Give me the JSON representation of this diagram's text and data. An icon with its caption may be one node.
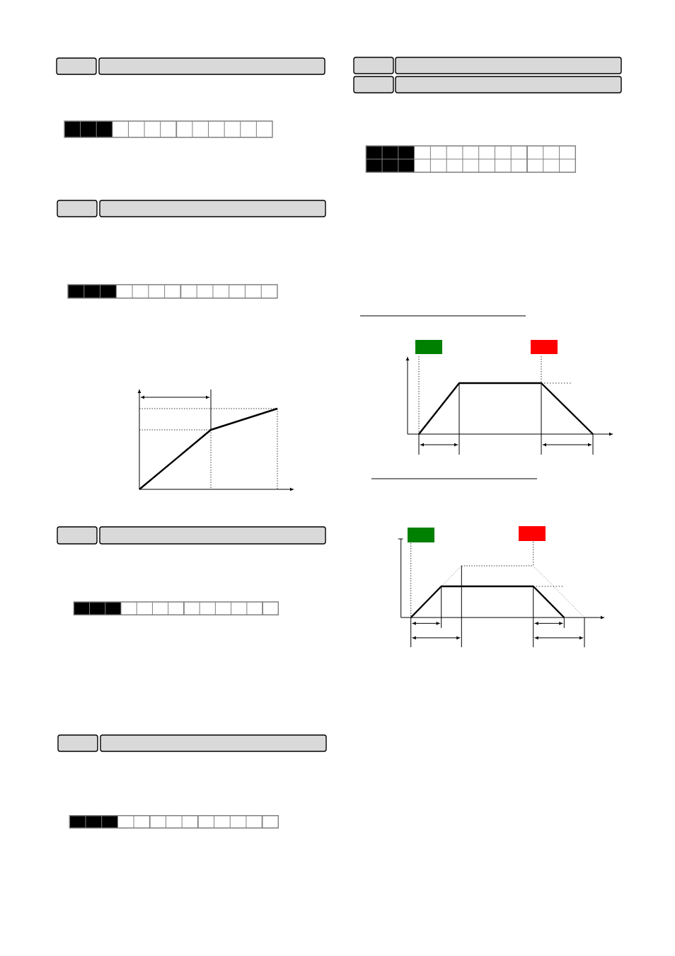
{
  "diagram": {
    "nodes": [
      {
        "text": [],
        "shape": "box"
      },
      {
        "text": [],
        "shape": "box"
      },
      {
        "text": [],
        "shape": "box"
      },
      {
        "text": [],
        "shape": "box"
      },
      {
        "text": [],
        "shape": "box"
      },
      {
        "text": [],
        "shape": "box"
      },
      {
        "text": [],
        "shape": "box"
      },
      {
        "text": [],
        "shape": "box"
      },
      {
        "text": [],
        "shape": "box"
      },
      {
        "text": [],
        "shape": "box"
      },
      {
        "text": [],
        "shape": "box"
      },
      {
        "text": [],
        "shape": "box"
      },
      {
        "text": [],
        "shape": "box"
      },
      {
        "text": [],
        "shape": "box"
      },
      {
        "text": [],
        "shape": "box"
      },
      {
        "text": [],
        "shape": "box"
      }
    ]
  }
}
